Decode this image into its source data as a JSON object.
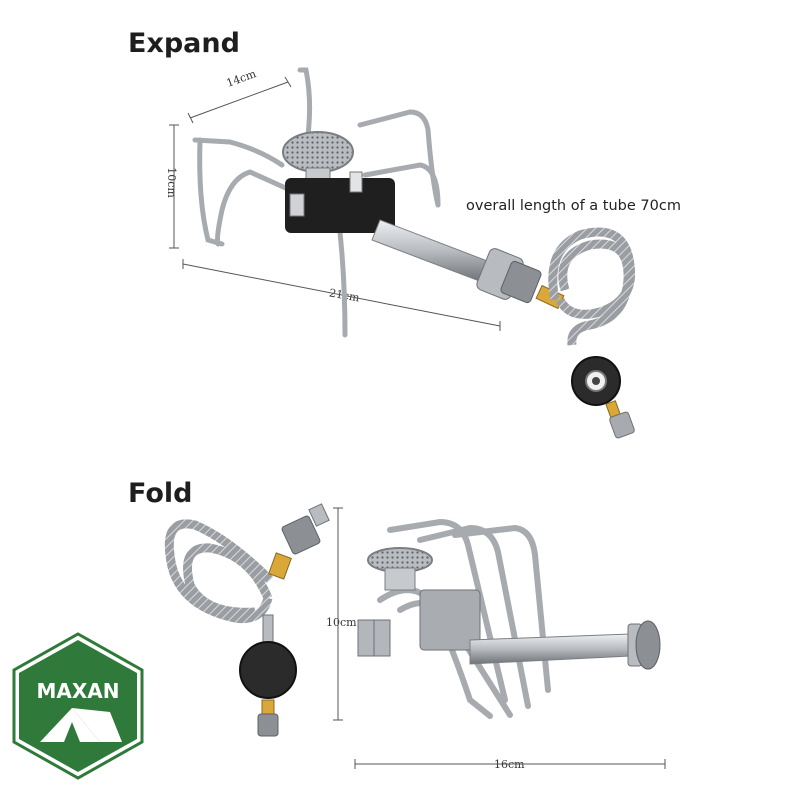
{
  "sections": {
    "expand": {
      "title": "Expand"
    },
    "fold": {
      "title": "Fold"
    }
  },
  "expand_dimensions": {
    "width": "14cm",
    "height": "10cm",
    "length": "21cm"
  },
  "tube_note": "overall length of a tube 70cm",
  "fold_dimensions": {
    "height": "10cm",
    "length": "16cm"
  },
  "logo": {
    "brand": "MAXAN",
    "icon": "tent-icon",
    "colors": {
      "badge": "#2f7a3a",
      "border": "#ffffff",
      "text": "#ffffff"
    }
  },
  "colors": {
    "steel": "#c9ccd0",
    "steel_dark": "#8e9297",
    "brass": "#d9a838",
    "regulator": "#2b2b2b"
  }
}
